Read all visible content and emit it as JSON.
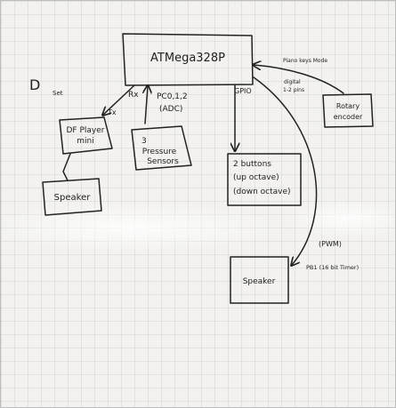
{
  "nodes": {
    "mcu": {
      "label": "ATMega328P"
    },
    "dfplayer": {
      "label_line1": "DF Player",
      "label_line2": "mini"
    },
    "speaker_left": {
      "label": "Speaker"
    },
    "pressure": {
      "label_line1": "3",
      "label_line2": "Pressure",
      "label_line3": "Sensors"
    },
    "buttons": {
      "label_line1": "2 buttons",
      "label_line2": "(up octave)",
      "label_line3": "(down octave)"
    },
    "rotary": {
      "label_line1": "Rotary",
      "label_line2": "encoder"
    },
    "speaker_right": {
      "label": "Speaker"
    }
  },
  "annotations": {
    "d_label": "D",
    "d_sub": "Set",
    "tx": "Tx",
    "pins_pressure_1": "PC0,1,2",
    "pins_pressure_2": "(ADC)",
    "gpio": "GPIO",
    "rx": "Rx",
    "piano_mode": "Piano keys Mode",
    "digital_1": "digital",
    "digital_2": "1-2 pins",
    "pwm": "(PWM)",
    "pb1": "PB1 (16 bit Timer)"
  },
  "colors": {
    "background": "#f3f2ef",
    "grid": "#c9cacd",
    "ink": "#222222",
    "glare": "#ffffff"
  }
}
